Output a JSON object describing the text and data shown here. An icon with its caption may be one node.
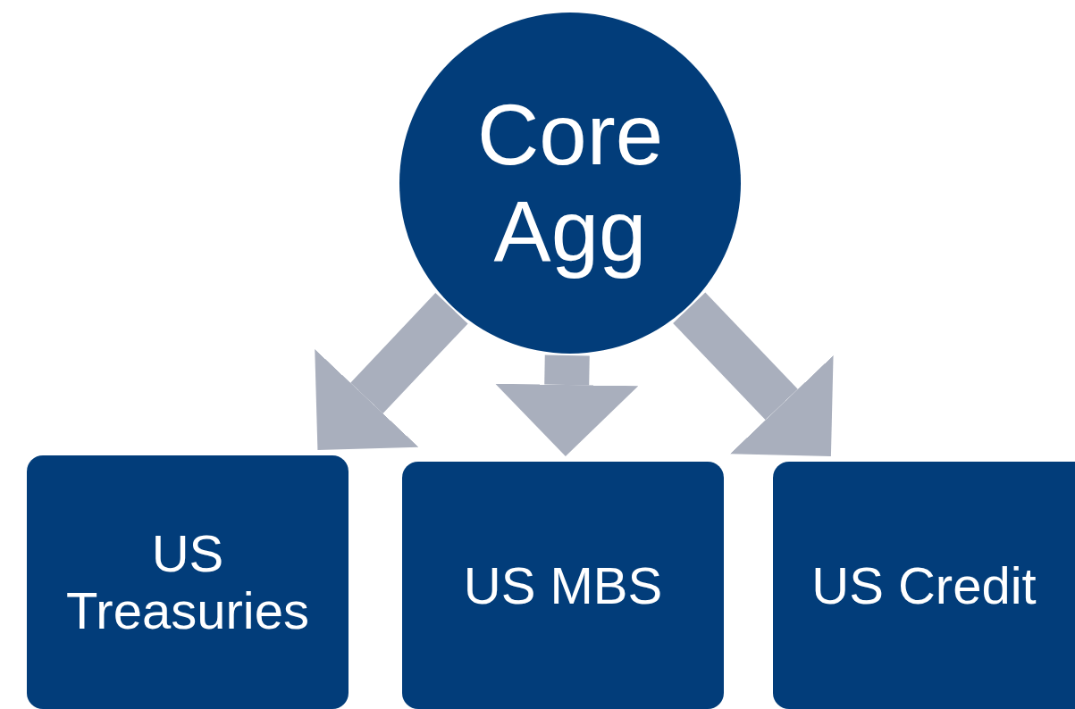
{
  "diagram": {
    "nodes": [
      {
        "text": [
          "Core Agg"
        ]
      },
      {
        "text": [
          "US Treasuries"
        ]
      },
      {
        "text": [
          "US MBS"
        ]
      },
      {
        "text": [
          "US Credit"
        ]
      }
    ],
    "edges": [
      {
        "from": 0,
        "to": 1,
        "arrow": "to"
      },
      {
        "from": 0,
        "to": 2,
        "arrow": "to"
      },
      {
        "from": 0,
        "to": 3,
        "arrow": "to"
      }
    ]
  }
}
